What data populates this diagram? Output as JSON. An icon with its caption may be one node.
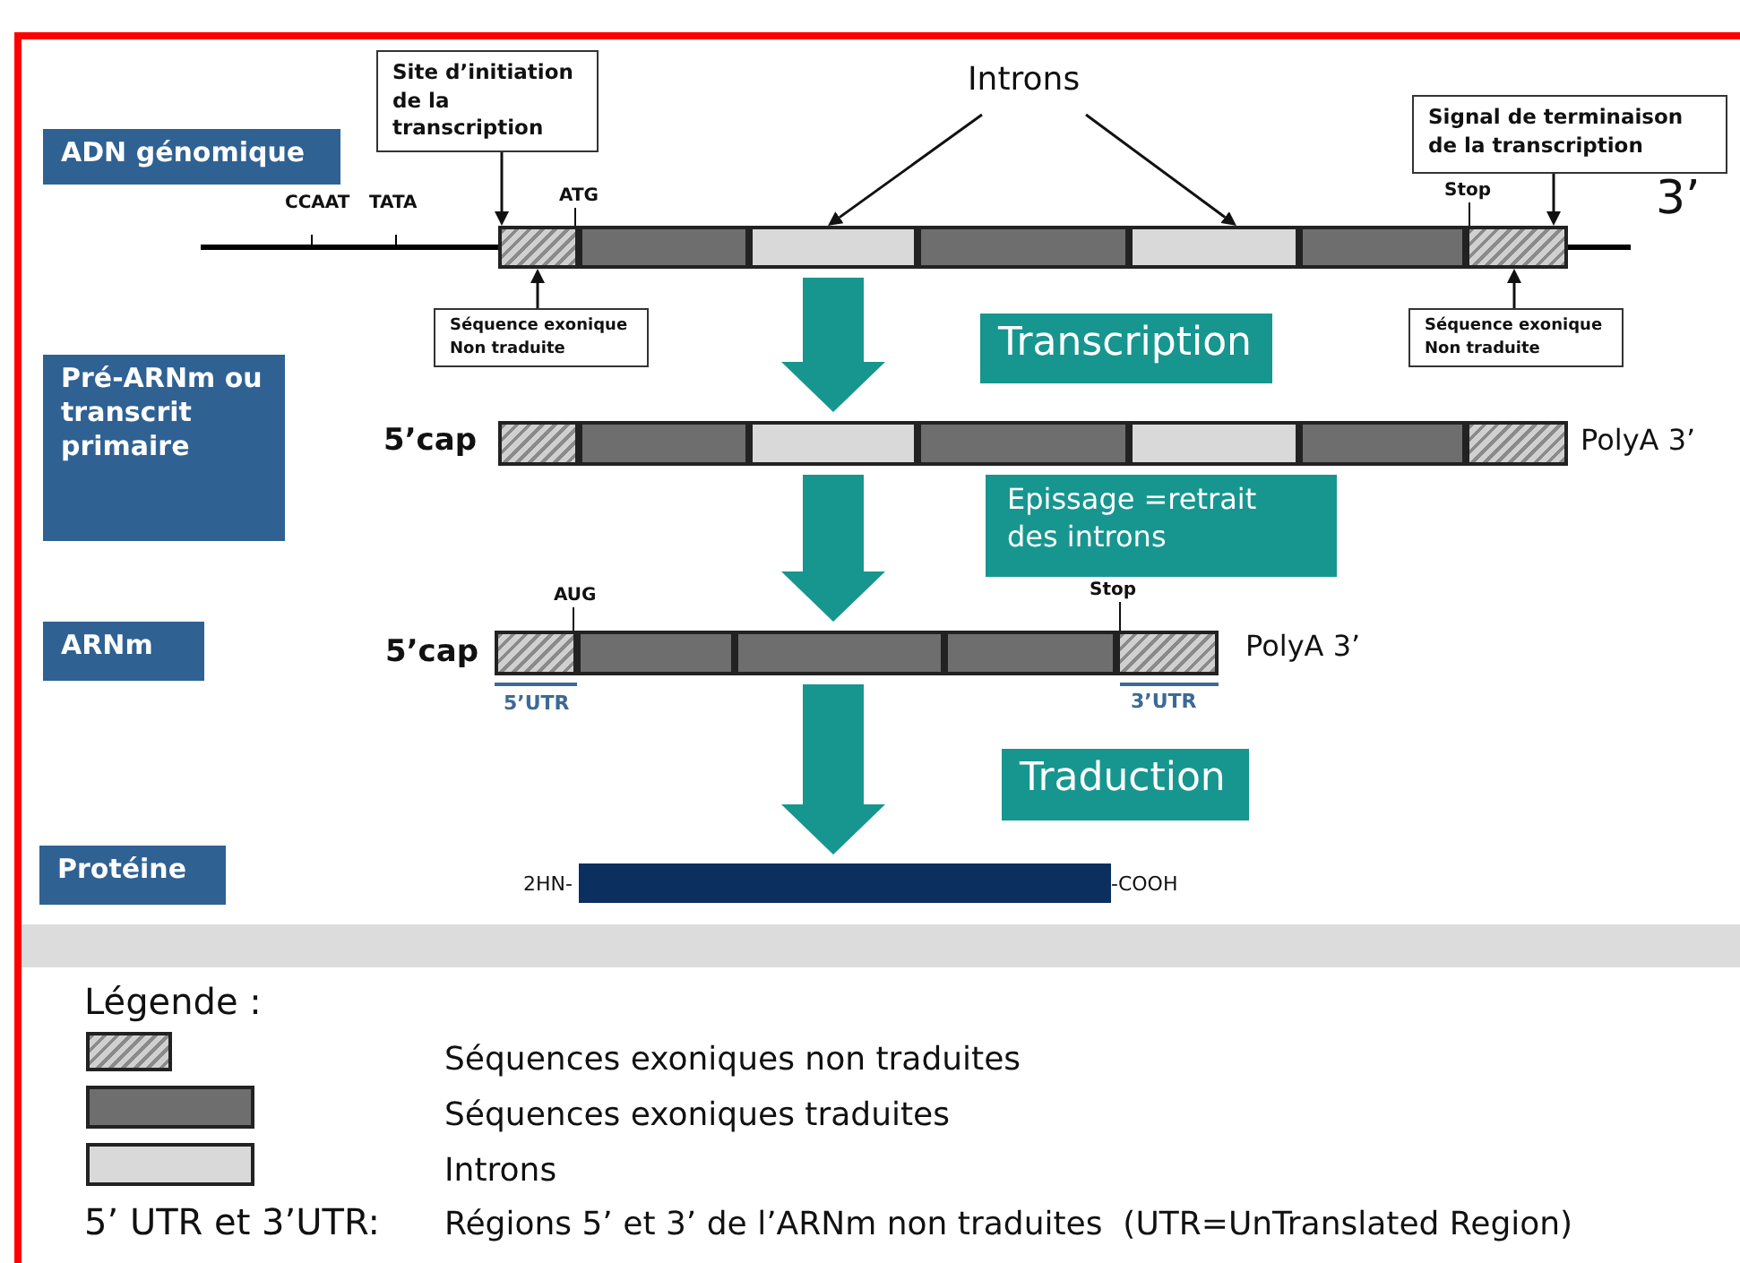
{
  "diagram": {
    "nodes": [
      {
        "text": [
          "ADN génomique"
        ]
      },
      {
        "text": [
          "Pré-ARNm ou transcrit primaire"
        ]
      },
      {
        "text": [
          "ARNm"
        ]
      },
      {
        "text": [
          "Protéine"
        ]
      },
      {
        "text": [
          "Site d’initiation de la transcription"
        ]
      },
      {
        "text": [
          "Introns"
        ]
      },
      {
        "text": [
          "Signal de terminaison de la transcription"
        ]
      },
      {
        "text": [],
        "shape": "bar"
      },
      {
        "text": [],
        "shape": "bar"
      },
      {
        "text": [],
        "shape": "bar"
      },
      {
        "text": [],
        "shape": "bar"
      },
      {
        "text": [],
        "shape": "bar"
      },
      {
        "text": [],
        "shape": "bar"
      },
      {
        "text": [],
        "shape": "bar"
      },
      {
        "text": [
          "Séquence exonique Non traduite"
        ]
      },
      {
        "text": [
          "Séquence exonique Non traduite"
        ]
      },
      {
        "text": [
          "Transcription"
        ]
      },
      {
        "text": [],
        "shape": "bar",
        "beside": [
          "5’cap"
        ]
      },
      {
        "text": [],
        "shape": "bar"
      },
      {
        "text": [],
        "shape": "bar"
      },
      {
        "text": [],
        "shape": "bar"
      },
      {
        "text": [],
        "shape": "bar"
      },
      {
        "text": [],
        "shape": "bar"
      },
      {
        "text": [],
        "shape": "bar",
        "beside": [
          "PolyA 3’"
        ]
      },
      {
        "text": [
          "Epissage =retrait des introns"
        ]
      },
      {
        "text": [],
        "shape": "bar",
        "beside": [
          "5’cap"
        ]
      },
      {
        "text": [],
        "shape": "bar"
      },
      {
        "text": [],
        "shape": "bar"
      },
      {
        "text": [],
        "shape": "bar"
      },
      {
        "text": [],
        "shape": "bar",
        "beside": [
          "PolyA 3’"
        ]
      },
      {
        "text": [
          "Traduction"
        ]
      },
      {
        "text": [],
        "shape": "bar",
        "beside": [
          "2HN-",
          "-COOH"
        ]
      },
      {
        "text": [
          "ATG"
        ]
      },
      {
        "text": [
          "Stop"
        ]
      },
      {
        "text": [
          "AUG"
        ]
      },
      {
        "text": [
          "Stop"
        ]
      }
    ],
    "edges": [
      {
        "from": 4,
        "to": 7,
        "arrow": "to"
      },
      {
        "from": 5,
        "to": 9,
        "arrow": "to"
      },
      {
        "from": 5,
        "to": 11,
        "arrow": "to"
      },
      {
        "from": 6,
        "to": 13,
        "arrow": "to"
      },
      {
        "from": 14,
        "to": 7,
        "arrow": "to"
      },
      {
        "from": 15,
        "to": 13,
        "arrow": "to"
      },
      {
        "from": 9,
        "to": 19,
        "arrow": "to",
        "style": "thick",
        "color": "#17968f"
      },
      {
        "from": 19,
        "to": 27,
        "arrow": "to",
        "style": "thick",
        "color": "#17968f"
      },
      {
        "from": 27,
        "to": 31,
        "arrow": "to",
        "style": "thick",
        "color": "#17968f"
      },
      {
        "from": 32,
        "to": 7,
        "arrow": "none"
      },
      {
        "from": 33,
        "to": 13,
        "arrow": "none"
      },
      {
        "from": 34,
        "to": 25,
        "arrow": "none"
      },
      {
        "from": 35,
        "to": 29,
        "arrow": "none"
      }
    ],
    "labels": [
      "CCAAT",
      "TATA",
      "3’",
      "5’UTR",
      "3’UTR",
      "Légende :",
      "5’ UTR et 3’UTR:",
      "Régions 5’ et 3’ de l’ARNm non traduites  (UTR=UnTranslated Region)"
    ],
    "legend": [
      {
        "text": "Séquences exoniques non traduites"
      },
      {
        "text": "Séquences exoniques traduites",
        "color": "#6e6e6e"
      },
      {
        "text": "Introns",
        "color": "#d9d9d9"
      }
    ]
  }
}
